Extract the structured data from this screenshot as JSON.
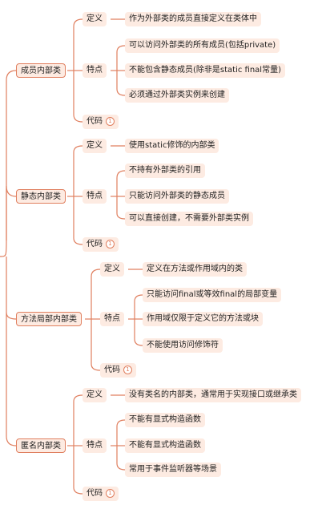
{
  "accent": "#e07f5f",
  "node_fill": "#fdebe2",
  "categories": [
    {
      "label": "成员内部类",
      "def_key": "定义",
      "def": "作为外部类的成员直接定义在类体中",
      "feat_key": "特点",
      "features": [
        "可以访问外部类的所有成员(包括private)",
        "不能包含静态成员(除非是static final常量)",
        "必须通过外部类实例来创建"
      ],
      "code_key": "代码",
      "code_count": "1"
    },
    {
      "label": "静态内部类",
      "def_key": "定义",
      "def": "使用static修饰的内部类",
      "feat_key": "特点",
      "features": [
        "不持有外部类的引用",
        "只能访问外部类的静态成员",
        "可以直接创建，不需要外部类实例"
      ],
      "code_key": "代码",
      "code_count": "1"
    },
    {
      "label": "方法局部内部类",
      "def_key": "定义",
      "def": "定义在方法或作用域内的类",
      "feat_key": "特点",
      "features": [
        "只能访问final或等效final的局部变量",
        "作用域仅限于定义它的方法或块",
        "不能使用访问修饰符"
      ],
      "code_key": "代码",
      "code_count": "1"
    },
    {
      "label": "匿名内部类",
      "def_key": "定义",
      "def": "没有类名的内部类，通常用于实现接口或继承类",
      "feat_key": "特点",
      "features": [
        "不能有显式构造函数",
        "不能有显式构造函数",
        "常用于事件监听器等场景"
      ],
      "code_key": "代码",
      "code_count": "1"
    }
  ]
}
